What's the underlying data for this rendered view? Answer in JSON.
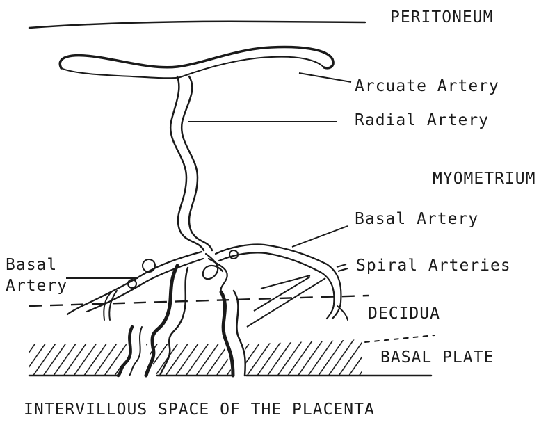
{
  "labels": {
    "peritoneum": "PERITONEUM",
    "arcuate_artery": "Arcuate Artery",
    "radial_artery": "Radial Artery",
    "myometrium": "MYOMETRIUM",
    "basal_artery_right": "Basal Artery",
    "basal_artery_left_line1": "Basal",
    "basal_artery_left_line2": "Artery",
    "spiral_arteries": "Spiral Arteries",
    "decidua": "DECIDUA",
    "basal_plate": "BASAL PLATE",
    "intervillous_space": "INTERVILLOUS SPACE OF THE PLACENTA"
  },
  "colors": {
    "ink": "#1a1a1a",
    "background": "#ffffff"
  }
}
